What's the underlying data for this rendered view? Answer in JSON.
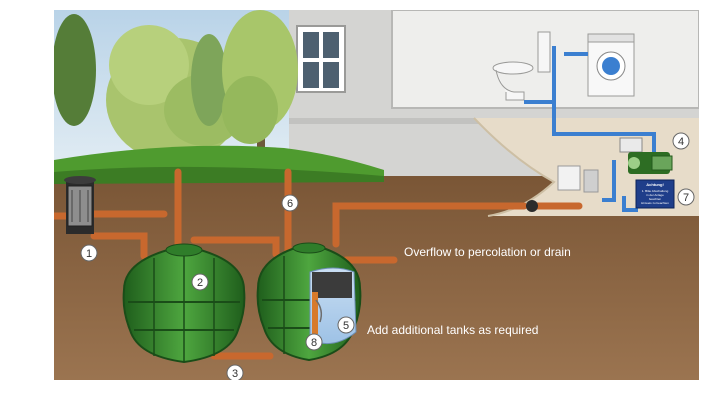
{
  "labels": {
    "overflow": "Overflow to percolation or drain",
    "additional_tanks": "Add additional tanks as required"
  },
  "callouts": [
    "1",
    "2",
    "3",
    "4",
    "5",
    "6",
    "7",
    "8"
  ],
  "pump_sign": {
    "title": "Achtung!",
    "fine_print": [
      "1. Bitte Abschaltung",
      "in der Anlage",
      "beachten",
      "Hinweis zu beachten"
    ]
  },
  "colors": {
    "pipe": "#c8682e",
    "water_line": "#3b7fd0",
    "tank": "#2f7d2a",
    "soil": "#8a6440",
    "sky": "#c9ddec",
    "wall": "#d3d3d1"
  }
}
